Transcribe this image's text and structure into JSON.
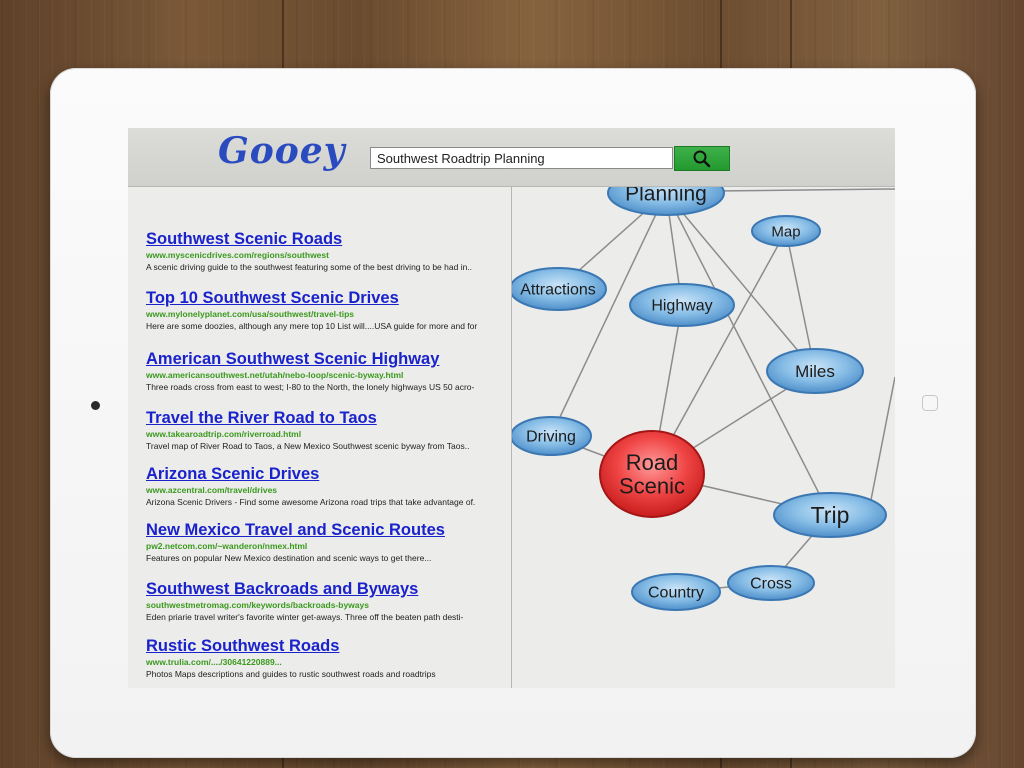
{
  "logo": "Gooey",
  "search": {
    "query": "Southwest Roadtrip Planning"
  },
  "results": [
    {
      "title": "Southwest Scenic Roads",
      "url": "www.myscenicdrives.com/regions/southwest",
      "snippet": "A scenic driving guide to the southwest featuring some of the best driving to be had in.."
    },
    {
      "title": "Top 10 Southwest Scenic Drives",
      "url": "www.mylonelyplanet.com/usa/southwest/travel-tips",
      "snippet": "Here are some doozies, although any mere top 10 List will....USA guide for more and for"
    },
    {
      "title": "American Southwest Scenic Highway",
      "url": "www.americansouthwest.net/utah/nebo-loop/scenic-byway.html",
      "snippet": "Three roads cross from east to west; I-80 to the North, the lonely highways US 50 acro-"
    },
    {
      "title": "Travel the River Road to Taos",
      "url": "www.takearoadtrip.com/riverroad.html",
      "snippet": "Travel map of River Road to Taos, a New Mexico Southwest scenic byway from Taos.."
    },
    {
      "title": "Arizona Scenic Drives",
      "url": "www.azcentral.com/travel/drives",
      "snippet": "Arizona Scenic Drivers - Find some awesome Arizona road trips that take advantage of."
    },
    {
      "title": "New Mexico Travel and Scenic Routes",
      "url": "pw2.netcom.com/~wanderon/nmex.html",
      "snippet": "Features on popular New Mexico destination and scenic ways to get there..."
    },
    {
      "title": "Southwest Backroads and Byways",
      "url": "southwestmetromag.com/keywords/backroads-byways",
      "snippet": "Eden priarie travel writer's favorite winter get-aways. Three off the beaten path desti-"
    },
    {
      "title": "Rustic Southwest Roads",
      "url": "www.trulia.com/..../30641220889...",
      "snippet": "Photos Maps descriptions and guides to rustic southwest roads and roadtrips"
    }
  ],
  "graph": {
    "nodes": [
      {
        "id": "planning",
        "label": "Planning",
        "color": "blue"
      },
      {
        "id": "map",
        "label": "Map",
        "color": "blue"
      },
      {
        "id": "attractions",
        "label": "Attractions",
        "color": "blue"
      },
      {
        "id": "highway",
        "label": "Highway",
        "color": "blue"
      },
      {
        "id": "miles",
        "label": "Miles",
        "color": "blue"
      },
      {
        "id": "driving",
        "label": "Driving",
        "color": "blue"
      },
      {
        "id": "road-scenic",
        "label": "Road\nScenic",
        "color": "red"
      },
      {
        "id": "trip",
        "label": "Trip",
        "color": "blue"
      },
      {
        "id": "cross",
        "label": "Cross",
        "color": "blue"
      },
      {
        "id": "country",
        "label": "Country",
        "color": "blue"
      }
    ],
    "edges": [
      [
        "planning",
        "attractions"
      ],
      [
        "planning",
        "highway"
      ],
      [
        "planning",
        "driving"
      ],
      [
        "planning",
        "miles"
      ],
      [
        "planning",
        "trip"
      ],
      [
        "map",
        "miles"
      ],
      [
        "map",
        "road-scenic"
      ],
      [
        "highway",
        "road-scenic"
      ],
      [
        "driving",
        "road-scenic"
      ],
      [
        "road-scenic",
        "miles"
      ],
      [
        "road-scenic",
        "trip"
      ],
      [
        "trip",
        "cross"
      ],
      [
        "cross",
        "country"
      ]
    ],
    "colors": {
      "blue": "#5b9bd5",
      "red": "#e02a2a",
      "edge": "#8c8c8c"
    }
  }
}
